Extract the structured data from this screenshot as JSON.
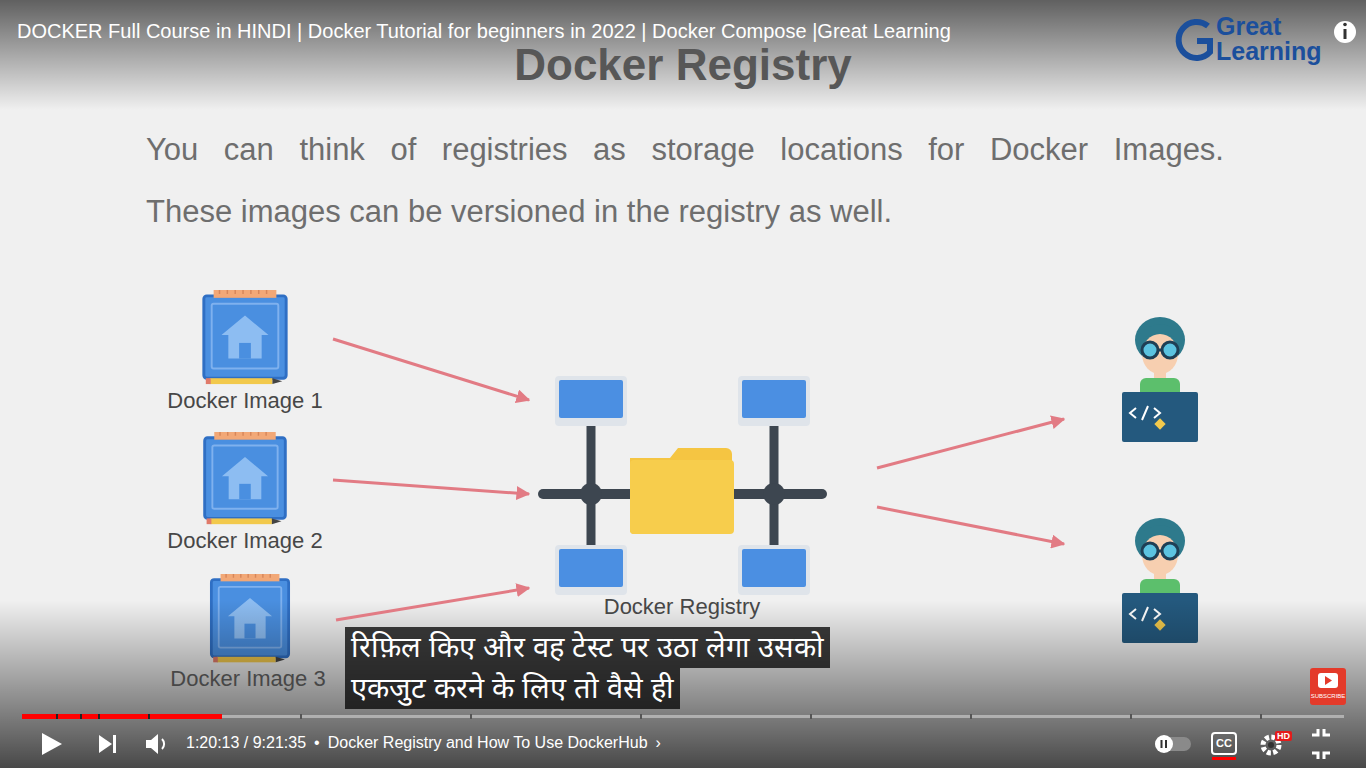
{
  "diagram": {
    "title": "Docker Registry",
    "nodes": [
      {
        "text": [
          "Docker Image 1"
        ]
      },
      {
        "text": [
          "Docker Image 2"
        ]
      },
      {
        "text": [
          "Docker Image 3"
        ]
      },
      {
        "text": [
          "Docker Registry"
        ]
      }
    ],
    "edges": [
      {
        "from": 0,
        "to": 3,
        "arrow": "to"
      },
      {
        "from": 1,
        "to": 3,
        "arrow": "to"
      },
      {
        "from": 2,
        "to": 3,
        "arrow": "to"
      }
    ],
    "labels": [
      "DOCKER Full Course in HINDI | Docker Tutorial for beginners in 2022 | Docker Compose |Great Learning",
      "Great",
      "Learning",
      "You can think of registries as storage locations for Docker Images.",
      "These images can be versioned in the registry as well.",
      "रिफ़िल किए और वह टेस्ट पर उठा लेगा उसको",
      "एकजुट करने के लिए तो वैसे ही",
      "SUBSCRIBE",
      "1:20:13 / 9:21:35",
      "•",
      "Docker Registry and How To Use DockerHub",
      "›",
      "CC",
      "HD"
    ]
  }
}
